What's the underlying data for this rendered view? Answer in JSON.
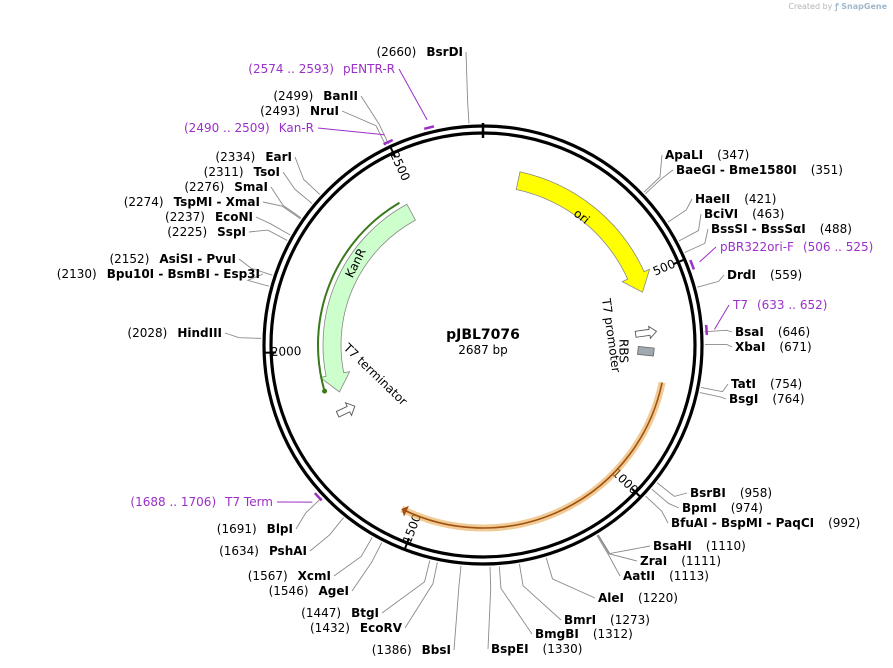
{
  "plasmid": {
    "name": "pJBL7076",
    "size_label": "2687 bp",
    "length": 2687
  },
  "credit": {
    "prefix": "Created by",
    "brand": "SnapGene"
  },
  "colors": {
    "ori": "#ffff00",
    "KanR": "#ccffcc",
    "orf_shadow": "#e6a040",
    "orf_line_kan": "#3a7a1a",
    "primer": "#9b30c8",
    "RBS": "#a0a8b0"
  },
  "ticks": [
    {
      "pos": 500,
      "label": "500"
    },
    {
      "pos": 1000,
      "label": "1000"
    },
    {
      "pos": 1500,
      "label": "1500"
    },
    {
      "pos": 2000,
      "label": "2000"
    },
    {
      "pos": 2500,
      "label": "2500"
    }
  ],
  "features": [
    {
      "name": "ori",
      "type": "arrow",
      "start": 10,
      "end": 590,
      "direction": "cw",
      "color": "#ffff00",
      "label_text": "ori"
    },
    {
      "name": "T7 promoter",
      "type": "promoter",
      "start": 633,
      "end": 652,
      "direction": "cw",
      "label_text": "T7 promoter"
    },
    {
      "name": "RBS",
      "type": "rbs",
      "start": 676,
      "end": 699,
      "direction": "cw",
      "label_text": "RBS"
    },
    {
      "name": "orf",
      "type": "orf",
      "start": 760,
      "end": 1540,
      "direction": "cw",
      "label_text": ""
    },
    {
      "name": "T7 terminator",
      "type": "terminator",
      "start": 1800,
      "end": 1848,
      "direction": "ccw",
      "label_text": "T7 terminator"
    },
    {
      "name": "KanR",
      "type": "arrow",
      "start": 1880,
      "end": 2475,
      "direction": "ccw",
      "color": "#ccffcc",
      "label_text": "KanR"
    }
  ],
  "primers": [
    {
      "name": "pENTR-R",
      "range": "(2574 .. 2593)",
      "pos": 2583
    },
    {
      "name": "Kan-R",
      "range": "(2490 .. 2509)",
      "pos": 2500
    },
    {
      "name": "pBR322ori-F",
      "range": "(506 .. 525)",
      "pos": 515
    },
    {
      "name": "T7",
      "range": "(633 .. 652)",
      "pos": 643
    },
    {
      "name": "T7 Term",
      "range": "(1688 .. 1706)",
      "pos": 1697
    }
  ],
  "enzymes_right": [
    {
      "names": [
        "ApaLI"
      ],
      "pos_text": "(347)",
      "pos": 347
    },
    {
      "names": [
        "BaeGI",
        "Bme1580I"
      ],
      "pos_text": "(351)",
      "pos": 351
    },
    {
      "names": [
        "HaeII"
      ],
      "pos_text": "(421)",
      "pos": 421
    },
    {
      "names": [
        "BciVI"
      ],
      "pos_text": "(463)",
      "pos": 463
    },
    {
      "names": [
        "BssSI",
        "BssSαI"
      ],
      "pos_text": "(488)",
      "pos": 488
    },
    {
      "names": [
        "DrdI"
      ],
      "pos_text": "(559)",
      "pos": 559
    },
    {
      "names": [
        "BsaI"
      ],
      "pos_text": "(646)",
      "pos": 646
    },
    {
      "names": [
        "XbaI"
      ],
      "pos_text": "(671)",
      "pos": 671
    },
    {
      "names": [
        "TatI"
      ],
      "pos_text": "(754)",
      "pos": 754
    },
    {
      "names": [
        "BsgI"
      ],
      "pos_text": "(764)",
      "pos": 764
    },
    {
      "names": [
        "BsrBI"
      ],
      "pos_text": "(958)",
      "pos": 958
    },
    {
      "names": [
        "BpmI"
      ],
      "pos_text": "(974)",
      "pos": 974
    },
    {
      "names": [
        "BfuAI",
        "BspMI",
        "PaqCI"
      ],
      "pos_text": "(992)",
      "pos": 992
    },
    {
      "names": [
        "BsaHI"
      ],
      "pos_text": "(1110)",
      "pos": 1110
    },
    {
      "names": [
        "ZraI"
      ],
      "pos_text": "(1111)",
      "pos": 1111
    },
    {
      "names": [
        "AatII"
      ],
      "pos_text": "(1113)",
      "pos": 1113
    },
    {
      "names": [
        "AleI"
      ],
      "pos_text": "(1220)",
      "pos": 1220
    },
    {
      "names": [
        "BmrI"
      ],
      "pos_text": "(1273)",
      "pos": 1273
    },
    {
      "names": [
        "BmgBI"
      ],
      "pos_text": "(1312)",
      "pos": 1312
    },
    {
      "names": [
        "BspEI"
      ],
      "pos_text": "(1330)",
      "pos": 1330
    }
  ],
  "enzymes_left": [
    {
      "names": [
        "BsrDI"
      ],
      "pos_text": "(2660)",
      "pos": 2660
    },
    {
      "names": [
        "BanII"
      ],
      "pos_text": "(2499)",
      "pos": 2499
    },
    {
      "names": [
        "NruI"
      ],
      "pos_text": "(2493)",
      "pos": 2493
    },
    {
      "names": [
        "EarI"
      ],
      "pos_text": "(2334)",
      "pos": 2334
    },
    {
      "names": [
        "TsoI"
      ],
      "pos_text": "(2311)",
      "pos": 2311
    },
    {
      "names": [
        "SmaI"
      ],
      "pos_text": "(2276)",
      "pos": 2276
    },
    {
      "names": [
        "TspMI",
        "XmaI"
      ],
      "pos_text": "(2274)",
      "pos": 2274
    },
    {
      "names": [
        "EcoNI"
      ],
      "pos_text": "(2237)",
      "pos": 2237
    },
    {
      "names": [
        "SspI"
      ],
      "pos_text": "(2225)",
      "pos": 2225
    },
    {
      "names": [
        "AsiSI",
        "PvuI"
      ],
      "pos_text": "(2152)",
      "pos": 2152
    },
    {
      "names": [
        "Bpu10I",
        "BsmBI",
        "Esp3I"
      ],
      "pos_text": "(2130)",
      "pos": 2130
    },
    {
      "names": [
        "HindIII"
      ],
      "pos_text": "(2028)",
      "pos": 2028
    },
    {
      "names": [
        "BlpI"
      ],
      "pos_text": "(1691)",
      "pos": 1691
    },
    {
      "names": [
        "PshAI"
      ],
      "pos_text": "(1634)",
      "pos": 1634
    },
    {
      "names": [
        "XcmI"
      ],
      "pos_text": "(1567)",
      "pos": 1567
    },
    {
      "names": [
        "AgeI"
      ],
      "pos_text": "(1546)",
      "pos": 1546
    },
    {
      "names": [
        "BtgI"
      ],
      "pos_text": "(1447)",
      "pos": 1447
    },
    {
      "names": [
        "EcoRV"
      ],
      "pos_text": "(1432)",
      "pos": 1432
    },
    {
      "names": [
        "BbsI"
      ],
      "pos_text": "(1386)",
      "pos": 1386
    }
  ]
}
